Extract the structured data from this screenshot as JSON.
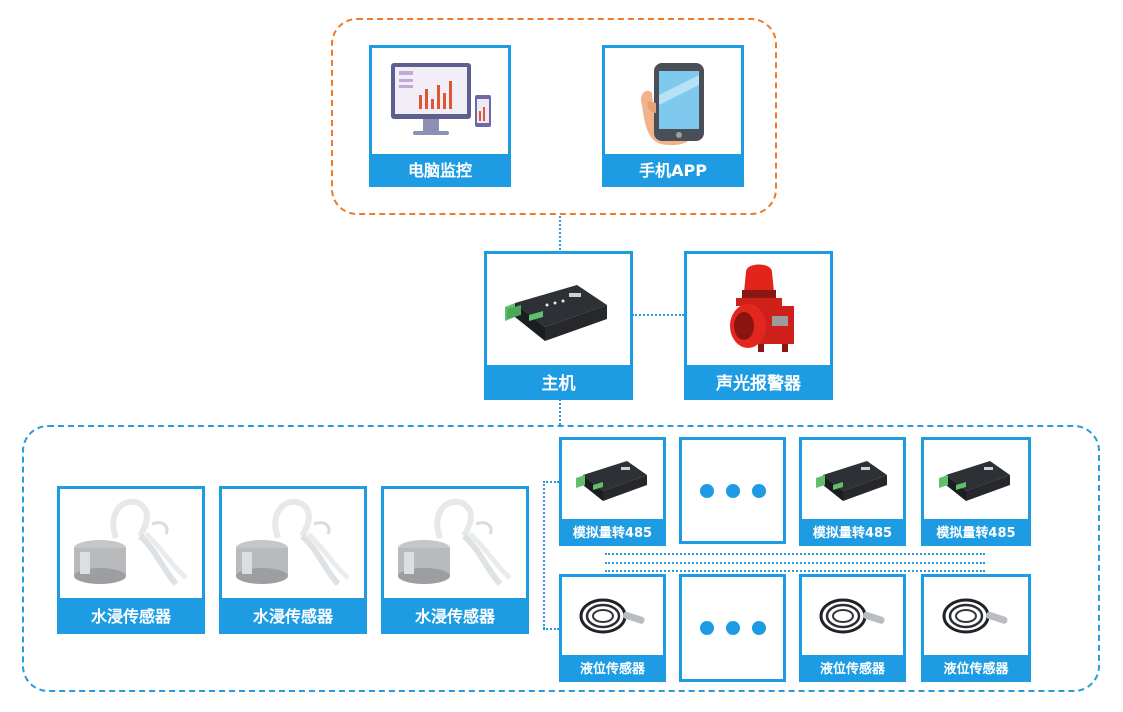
{
  "top_group": {
    "pc": {
      "label": "电脑监控"
    },
    "app": {
      "label": "手机APP"
    }
  },
  "middle": {
    "host": {
      "label": "主机"
    },
    "alarm": {
      "label": "声光报警器"
    }
  },
  "bottom_group": {
    "water_sensors": [
      {
        "label": "水浸传感器"
      },
      {
        "label": "水浸传感器"
      },
      {
        "label": "水浸传感器"
      }
    ],
    "converters": [
      {
        "label": "模拟量转485"
      },
      {
        "label": "模拟量转485"
      },
      {
        "label": "模拟量转485"
      }
    ],
    "level_sensors": [
      {
        "label": "液位传感器"
      },
      {
        "label": "液位传感器"
      },
      {
        "label": "液位传感器"
      }
    ]
  },
  "colors": {
    "accent": "#1d9be3",
    "top_group_border": "#f07a2a",
    "bottom_group_border": "#2a9bd8"
  },
  "icons": [
    "monitor-icon",
    "phone-icon",
    "controller-icon",
    "alarm-siren-icon",
    "water-sensor-icon",
    "converter-icon",
    "level-probe-icon",
    "more-dots-icon"
  ]
}
